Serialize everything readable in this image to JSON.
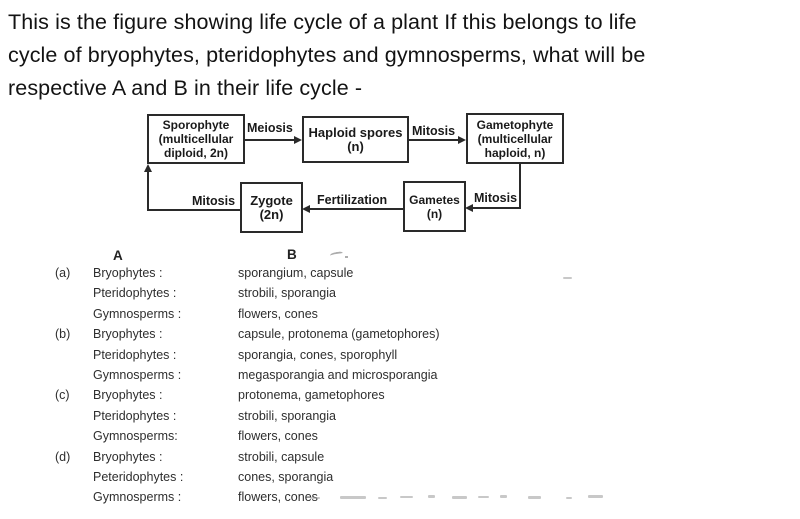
{
  "question": {
    "lines": [
      "This is the figure showing life cycle of a plant If this belongs to life",
      "cycle of bryophytes, pteridophytes and gymnosperms, what will be",
      "respective A and B in their life cycle -"
    ]
  },
  "diagram": {
    "boxes": {
      "sporophyte": "Sporophyte\n(multicellular\ndiploid, 2n)",
      "haploid_spores": "Haploid spores\n(n)",
      "gametophyte": "Gametophyte\n(multicellular\nhaploid, n)",
      "zygote": "Zygote\n(2n)",
      "gametes": "Gametes\n(n)"
    },
    "labels": {
      "meiosis": "Meiosis",
      "mitosis_top": "Mitosis",
      "mitosis_right": "Mitosis",
      "fertilization": "Fertilization",
      "mitosis_left": "Mitosis"
    }
  },
  "options_table": {
    "header_a": "A",
    "header_b": "B",
    "items": [
      {
        "letter": "(a)",
        "rows": [
          {
            "a": "Bryophytes :",
            "b": "sporangium, capsule"
          },
          {
            "a": "Pteridophytes :",
            "b": "strobili, sporangia"
          },
          {
            "a": "Gymnosperms :",
            "b": "flowers, cones"
          }
        ]
      },
      {
        "letter": "(b)",
        "rows": [
          {
            "a": "Bryophytes :",
            "b": "capsule, protonema (gametophores)"
          },
          {
            "a": "Pteridophytes :",
            "b": "sporangia, cones, sporophyll"
          },
          {
            "a": "Gymnosperms :",
            "b": "megasporangia and microsporangia"
          }
        ]
      },
      {
        "letter": "(c)",
        "rows": [
          {
            "a": "Bryophytes :",
            "b": "protonema, gametophores"
          },
          {
            "a": "Pteridophytes :",
            "b": "strobili, sporangia"
          },
          {
            "a": "Gymnosperms:",
            "b": "flowers, cones"
          }
        ]
      },
      {
        "letter": "(d)",
        "rows": [
          {
            "a": "Bryophytes :",
            "b": "strobili, capsule"
          },
          {
            "a": "Peteridophytes :",
            "b": "cones, sporangia"
          },
          {
            "a": "Gymnosperms :",
            "b": "flowers, cones"
          }
        ]
      }
    ]
  },
  "colors": {
    "ink": "#1c1c1c",
    "box_border": "#2a2a2a",
    "background": "#ffffff",
    "faint_artifact": "#9a9a9a"
  }
}
